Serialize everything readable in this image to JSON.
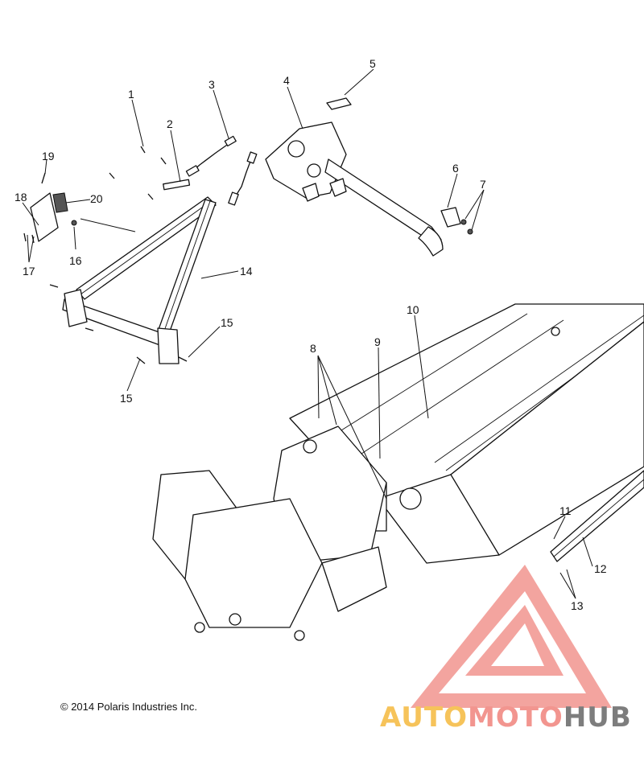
{
  "callouts": [
    "1",
    "2",
    "3",
    "4",
    "5",
    "6",
    "7",
    "8",
    "9",
    "10",
    "11",
    "12",
    "13",
    "14",
    "15",
    "15",
    "16",
    "17",
    "18",
    "19",
    "20"
  ],
  "copyright": "© 2014 Polaris Industries Inc.",
  "watermark": {
    "part1": "AUTO",
    "part2": "MOTO",
    "part3": "HUB",
    "colors": {
      "yellow": "#f6c35a",
      "salmon": "#f2958f",
      "gray": "#7d7d7d"
    }
  }
}
